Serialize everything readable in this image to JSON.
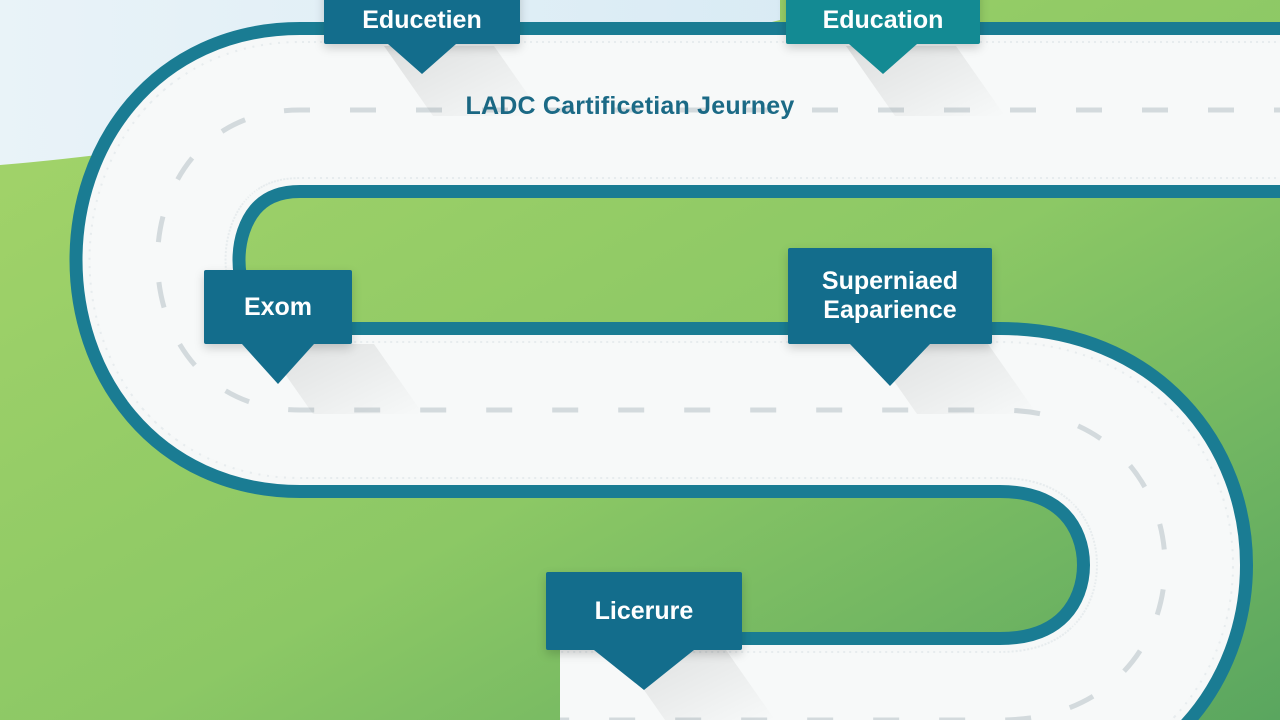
{
  "title": "LADC Cartificetian Jeurney",
  "milestones": [
    {
      "label": "Educetien"
    },
    {
      "label": "Education"
    },
    {
      "label": "Exom"
    },
    {
      "label": "Superniaed Eaparience"
    },
    {
      "label": "Licerure"
    }
  ],
  "colors": {
    "sky": "#dcebf3",
    "grass_light": "#9bd06a",
    "grass_dark": "#5faa5c",
    "road": "#f6f8f8",
    "road_edge": "#1a7c93",
    "lane_dash": "#d6dde0",
    "marker_dark": "#136d8c",
    "marker_teal": "#138a93",
    "title_text": "#1b6a86"
  }
}
